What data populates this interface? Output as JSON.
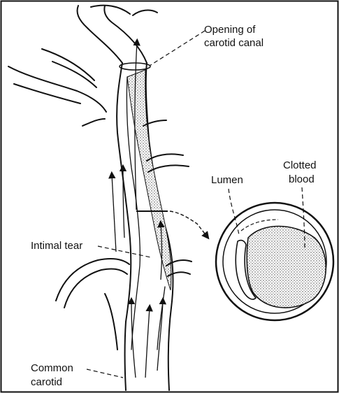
{
  "labels": {
    "opening_line1": "Opening of",
    "opening_line2": "carotid canal",
    "clotted_line1": "Clotted",
    "clotted_line2": "blood",
    "lumen": "Lumen",
    "intimal_tear": "Intimal tear",
    "common_line1": "Common",
    "common_line2": "carotid"
  },
  "colors": {
    "ink": "#111111",
    "background": "#ffffff",
    "stipple": "#444444"
  }
}
